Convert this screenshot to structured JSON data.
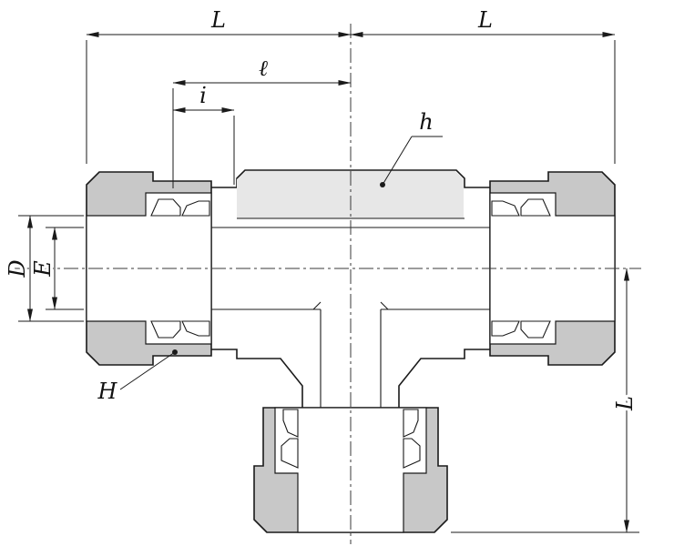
{
  "drawing": {
    "labels": {
      "dim_top_left": "L",
      "dim_top_right": "L",
      "dim_ell": "ℓ",
      "dim_i": "i",
      "dim_h": "h",
      "dim_D": "D",
      "dim_E": "E",
      "dim_H": "H",
      "dim_right": "L"
    },
    "colors": {
      "line": "#1a1a1a",
      "nut_fill": "#c8c8c8",
      "body_fill": "#ffffff",
      "section_fill": "#e7e7e7",
      "background": "#ffffff"
    }
  }
}
